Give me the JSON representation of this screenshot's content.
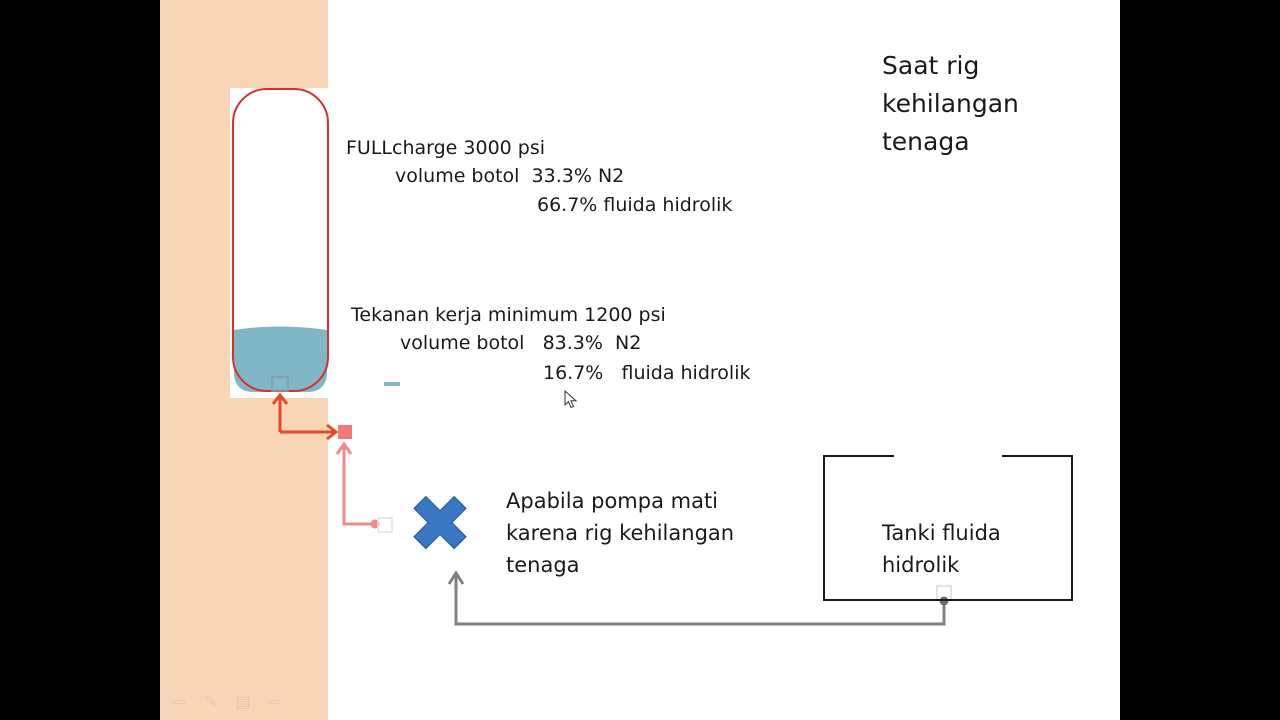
{
  "slide": {
    "title_lines": [
      "Saat rig",
      "kehilangan",
      "tenaga"
    ],
    "full_charge": {
      "heading": "FULLcharge 3000 psi",
      "line1": "volume botol  33.3% N2",
      "line2": "66.7% fluida hidrolik"
    },
    "minimum": {
      "heading": "Tekanan kerja minimum 1200 psi",
      "line1": "volume botol   83.3%  N2",
      "line2": "16.7%   fluida hidrolik"
    },
    "pump_note_lines": [
      "Apabila pompa mati",
      "karena rig kehilangan",
      "tenaga"
    ],
    "tank_label_lines": [
      "Tanki fluida",
      "hidrolik"
    ]
  },
  "colors": {
    "panel": "#f9d5b7",
    "bottle_outline": "#e02b2b",
    "fluid": "#7fb7c6",
    "arrow_red": "#e8482a",
    "arrow_pink": "#f08a8a",
    "cross": "#3a78c3",
    "pipe_gray": "#808080"
  },
  "icons": {
    "nav": [
      "back-arrow-icon",
      "pen-icon",
      "menu-icon",
      "forward-arrow-icon"
    ]
  }
}
